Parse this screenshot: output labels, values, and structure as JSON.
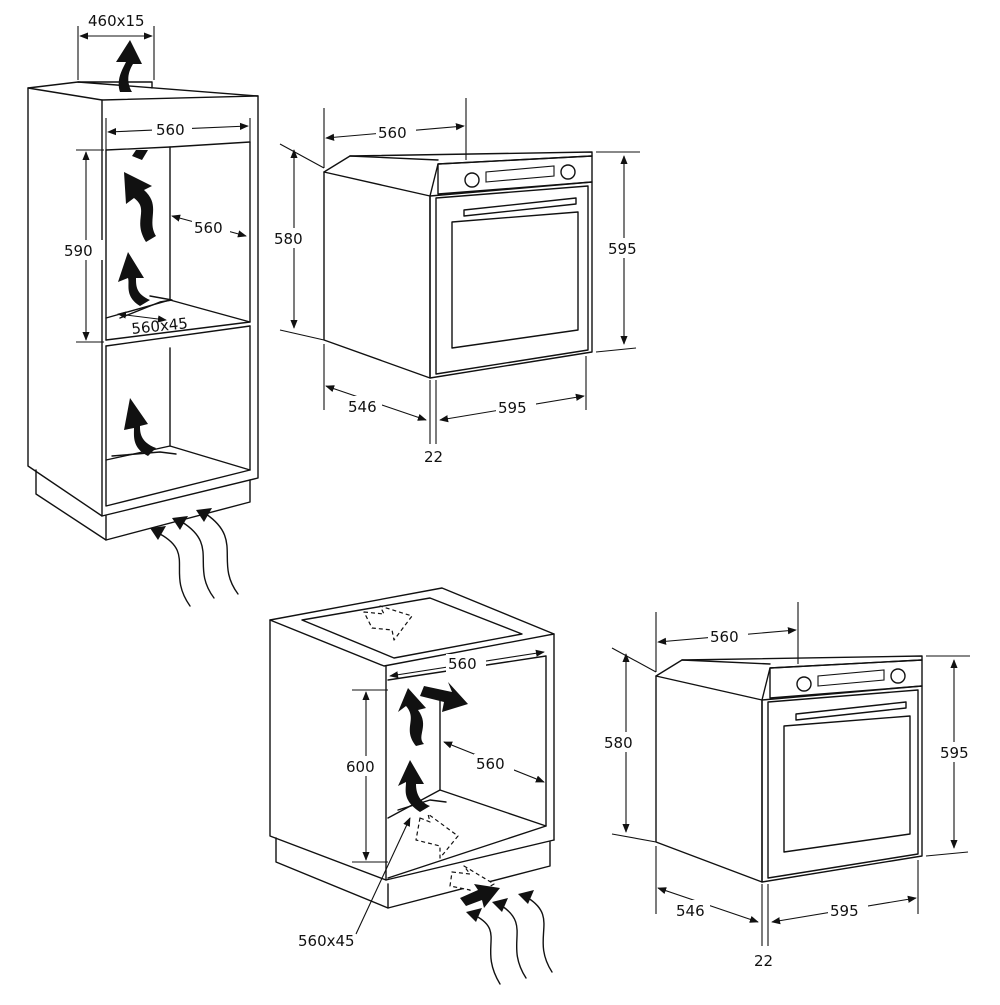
{
  "column_cabinet": {
    "vent_top": "460x15",
    "inner_width": "560",
    "inner_depth": "560",
    "inner_height": "590",
    "vent_shelf": "560x45"
  },
  "oven_top": {
    "depth_top": "560",
    "height_body": "580",
    "height_front": "595",
    "depth_body": "546",
    "width_front": "595",
    "front_thickness": "22"
  },
  "under_counter_cabinet": {
    "inner_width": "560",
    "inner_depth": "560",
    "inner_height": "600",
    "vent_shelf": "560x45"
  },
  "oven_bottom": {
    "depth_top": "560",
    "height_body": "580",
    "height_front": "595",
    "depth_body": "546",
    "width_front": "595",
    "front_thickness": "22"
  }
}
